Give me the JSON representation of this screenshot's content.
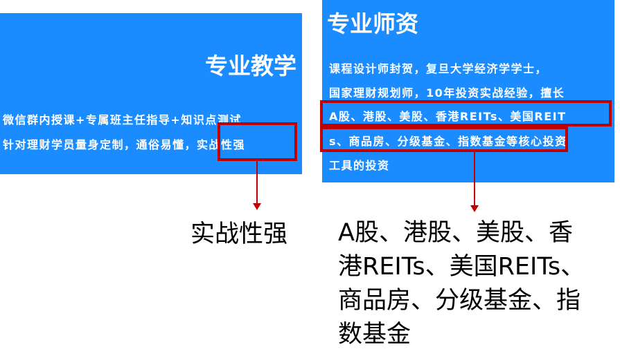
{
  "left_panel": {
    "title": "专业教学",
    "lines": [
      "微信群内授课+专属班主任指导+知识点测试",
      "针对理财学员量身定制，通俗易懂，实战性强"
    ]
  },
  "right_panel": {
    "title": "专业师资",
    "lines": [
      "课程设计师封贺，复旦大学经济学学士，",
      "国家理财规划师，10年投资实战经验，擅长",
      "A股、港股、美股、香港REITs、美国REIT",
      "s、商品房、分级基金、指数基金等核心投资",
      "工具的投资"
    ]
  },
  "callouts": {
    "left": "实战性强",
    "right": [
      "A股、港股、美股、香",
      "港REITs、美国REITs、",
      "商品房、分级基金、指",
      "数基金"
    ]
  },
  "colors": {
    "panel": "#1a8cff",
    "highlight": "#c00000"
  }
}
